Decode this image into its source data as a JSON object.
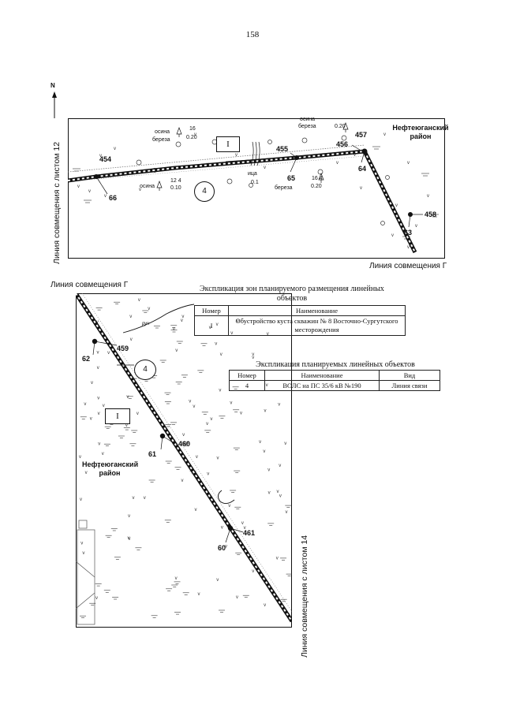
{
  "page_number": "158",
  "top_map": {
    "side_label": "Линия совмещения с листом 12",
    "bottom_label": "Линия совмещения Г",
    "district": "Нефтеюганский район",
    "zone_label": "I",
    "object_label": "4",
    "points": [
      "454",
      "455",
      "456",
      "457",
      "458",
      "66",
      "65",
      "64",
      "63"
    ],
    "tree_notes": {
      "a_species": "осина",
      "a_species2": "береза",
      "a_h": "16",
      "a_d": "0.20",
      "b_species": "осина",
      "b_h": "12 4",
      "b_d": "0.10",
      "c_species": "осина",
      "c_species2": "береза",
      "c_d": "0.20",
      "d_species": "береза",
      "d_h": "16 4",
      "d_d": "0.20",
      "e_note": "ица",
      "e_val": "0.1"
    }
  },
  "left_map": {
    "top_label": "Линия совмещения Г",
    "side_label": "Линия совмещения с листом 14",
    "district": "Нефтеюганский район",
    "zone_label": "I",
    "object_label": "4",
    "stream_label": "руч",
    "points": [
      "459",
      "62",
      "460",
      "61",
      "461",
      "60"
    ]
  },
  "zones_table": {
    "title": "Экспликация зон планируемого размещения линейных объектов",
    "headers": [
      "Номер",
      "Наименование"
    ],
    "rows": [
      [
        "I",
        "Обустройство куста скважин № 8 Восточно-Сургутского месторождения"
      ]
    ]
  },
  "objects_table": {
    "title": "Экспликация планируемых линейных объектов",
    "headers": [
      "Номер",
      "Наименование",
      "Вид"
    ],
    "rows": [
      [
        "4",
        "ВОЛС на ПС 35/6 кВ №190",
        "Линия связи"
      ]
    ]
  },
  "north_label": "N"
}
